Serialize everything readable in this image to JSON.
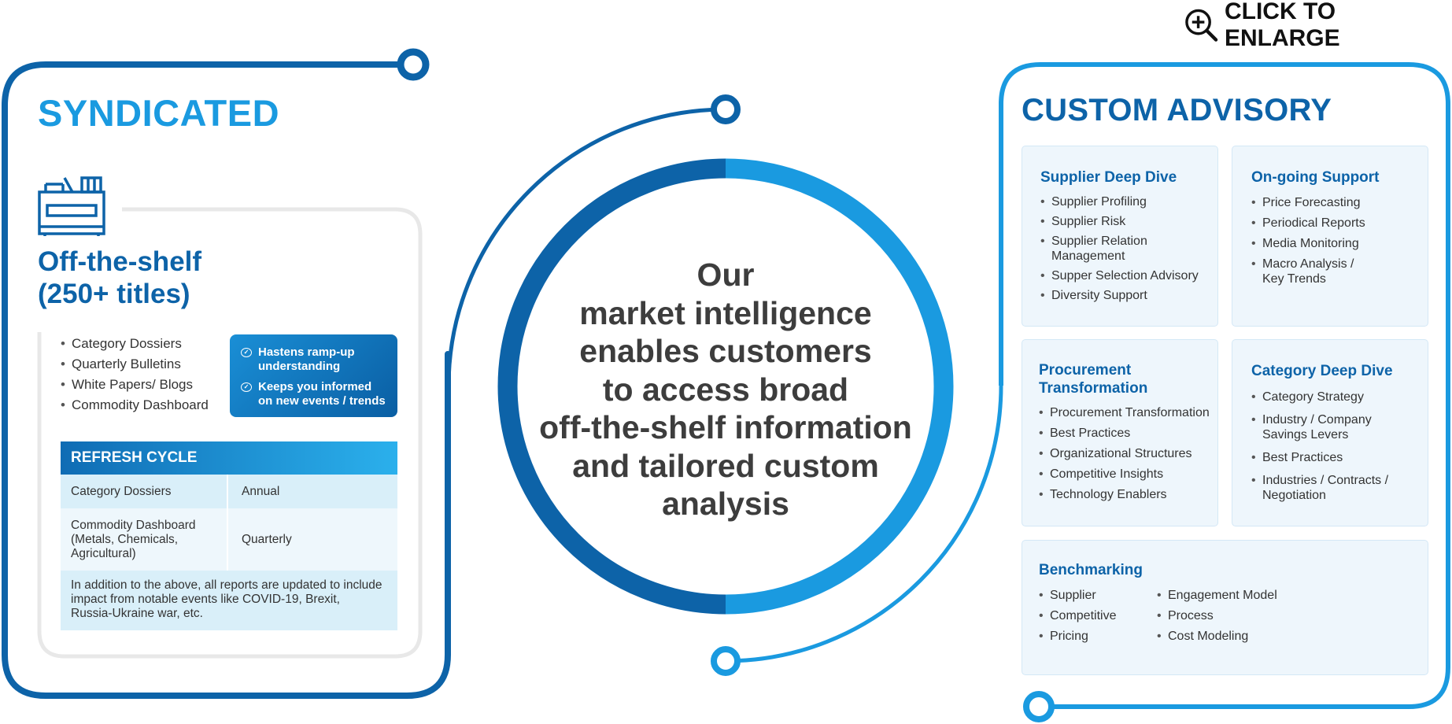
{
  "enlarge_label": "CLICK TO ENLARGE",
  "syndicated": {
    "title": "SYNDICATED",
    "off_the_shelf_title": [
      "Off-the-shelf",
      "(250+ titles)"
    ],
    "items": [
      "Category Dossiers",
      "Quarterly Bulletins",
      "White Papers/ Blogs",
      "Commodity Dashboard"
    ],
    "highlights": [
      {
        "line1": "Hastens ramp-up",
        "line2": "understanding"
      },
      {
        "line1": "Keeps you informed",
        "line2": "on new events / trends"
      }
    ],
    "refresh_cycle": {
      "title": "REFRESH CYCLE",
      "rows": [
        {
          "item": "Category Dossiers",
          "cycle": "Annual"
        },
        {
          "item_lines": [
            "Commodity Dashboard",
            "(Metals, Chemicals,",
            "Agricultural)"
          ],
          "cycle": "Quarterly"
        }
      ],
      "note_lines": [
        "In addition to the above, all reports are updated to include",
        "impact from notable events like COVID-19, Brexit,",
        "Russia-Ukraine war, etc."
      ]
    }
  },
  "center_lines": [
    "Our",
    "market intelligence",
    "enables customers",
    "to access broad",
    "off-the-shelf information",
    "and tailored custom",
    "analysis"
  ],
  "custom_advisory": {
    "title": "CUSTOM ADVISORY",
    "supplier_deep_dive": {
      "title": "Supplier Deep Dive",
      "items": [
        [
          "Supplier Profiling"
        ],
        [
          "Supplier Risk"
        ],
        [
          "Supplier Relation",
          "Management"
        ],
        [
          "Supper Selection Advisory"
        ],
        [
          "Diversity Support"
        ]
      ]
    },
    "ongoing_support": {
      "title": "On-going Support",
      "items": [
        [
          "Price Forecasting"
        ],
        [
          "Periodical Reports"
        ],
        [
          "Media Monitoring"
        ],
        [
          "Macro Analysis /",
          "Key Trends"
        ]
      ]
    },
    "procurement_transformation": {
      "title_lines": [
        "Procurement",
        "Transformation"
      ],
      "items": [
        [
          "Procurement Transformation"
        ],
        [
          "Best Practices"
        ],
        [
          "Organizational Structures"
        ],
        [
          "Competitive Insights"
        ],
        [
          "Technology Enablers"
        ]
      ]
    },
    "category_deep_dive": {
      "title": "Category Deep Dive",
      "items": [
        [
          "Category Strategy"
        ],
        [
          "Industry / Company",
          "Savings Levers"
        ],
        [
          "Best Practices"
        ],
        [
          "Industries / Contracts /",
          "Negotiation"
        ]
      ]
    },
    "benchmarking": {
      "title": "Benchmarking",
      "col1": [
        "Supplier",
        "Competitive",
        "Pricing"
      ],
      "col2": [
        "Engagement Model",
        "Process",
        "Cost Modeling"
      ]
    }
  },
  "colors": {
    "dark_blue": "#0d63a8",
    "light_blue": "#1a9ae0",
    "panel_bg": "#eef6fc"
  }
}
